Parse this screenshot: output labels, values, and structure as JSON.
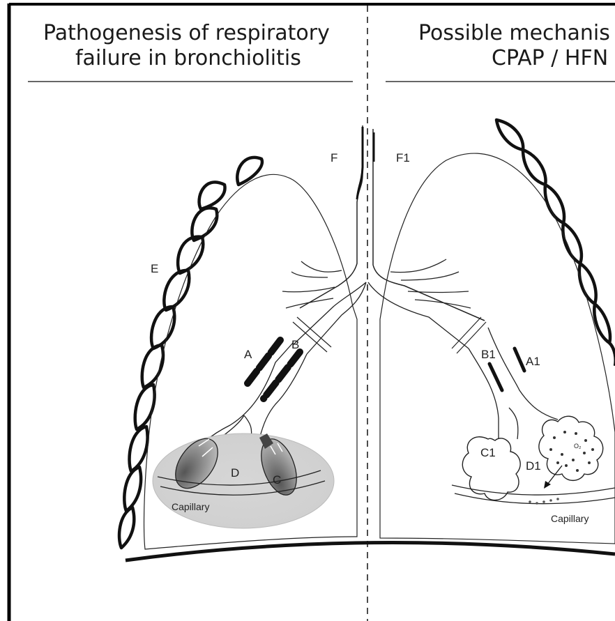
{
  "left_panel": {
    "title_line1": "Pathogenesis of respiratory",
    "title_line2": "failure in bronchiolitis",
    "labels": {
      "A": "A",
      "B": "B",
      "C": "C",
      "D": "D",
      "E": "E",
      "F": "F",
      "capillary": "Capillary"
    }
  },
  "right_panel": {
    "title_line1": "Possible mechanis",
    "title_line2": "CPAP / HFN",
    "labels": {
      "A1": "A1",
      "B1": "B1",
      "C1": "C1",
      "D1": "D1",
      "F1": "F1",
      "capillary": "Capillary",
      "o2": "O₂"
    }
  },
  "colors": {
    "ink": "#111111",
    "grey_zone": "#d3d3d3",
    "mucus": "#6a6a6a"
  }
}
